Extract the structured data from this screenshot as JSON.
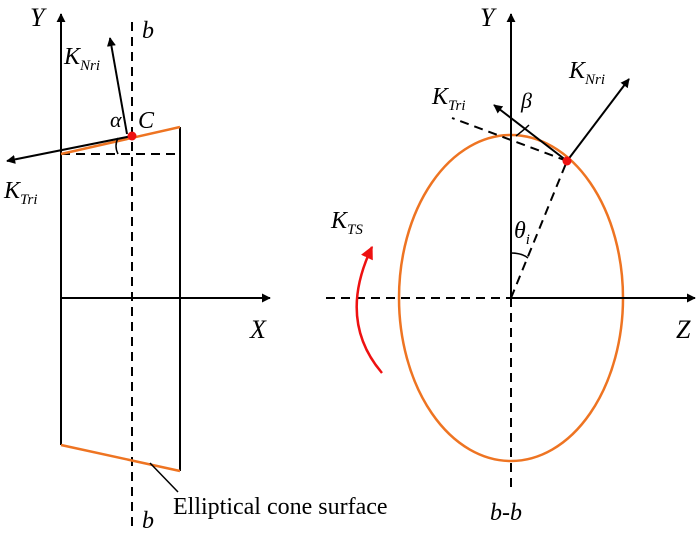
{
  "colors": {
    "line": "#000000",
    "surface": "#ee7422",
    "point": "#ee1111",
    "rotation_arrow": "#ee1111"
  },
  "left": {
    "axis_y": "Y",
    "axis_x": "X",
    "section_top": "b",
    "section_bottom": "b",
    "normal_vector": {
      "base": "K",
      "sub": "Nri"
    },
    "tangent_vector": {
      "base": "K",
      "sub": "Tri"
    },
    "angle": "α",
    "point": "C",
    "surface_label": "Elliptical cone surface"
  },
  "right": {
    "axis_y": "Y",
    "axis_z": "Z",
    "section_label": "b-b",
    "normal_vector": {
      "base": "K",
      "sub": "Nri"
    },
    "tangent_vector": {
      "base": "K",
      "sub": "Tri"
    },
    "rotation_vector": {
      "base": "K",
      "sub": "TS"
    },
    "angle_beta": "β",
    "angle_theta": {
      "base": "θ",
      "sub": "i"
    }
  }
}
